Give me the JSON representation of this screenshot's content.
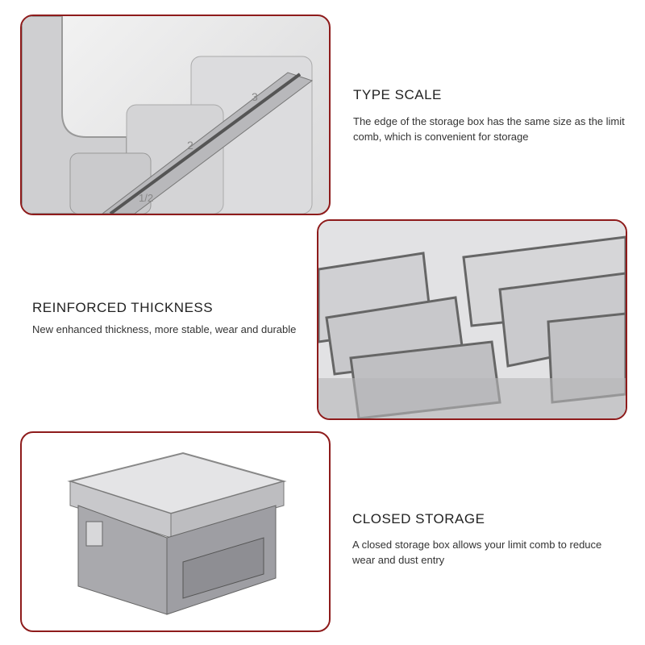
{
  "features": [
    {
      "title": "TYPE SCALE",
      "description": "The edge of the storage box has the same size as the limit comb, which is convenient for storage",
      "scale_marks": [
        "3",
        "2",
        "1/2"
      ]
    },
    {
      "title": "REINFORCED THICKNESS",
      "description": "New enhanced thickness, more stable, wear and durable"
    },
    {
      "title": "CLOSED STORAGE",
      "description": "A closed storage box allows your limit comb to reduce wear and dust entry"
    }
  ],
  "colors": {
    "border": "#8e1b1b"
  }
}
